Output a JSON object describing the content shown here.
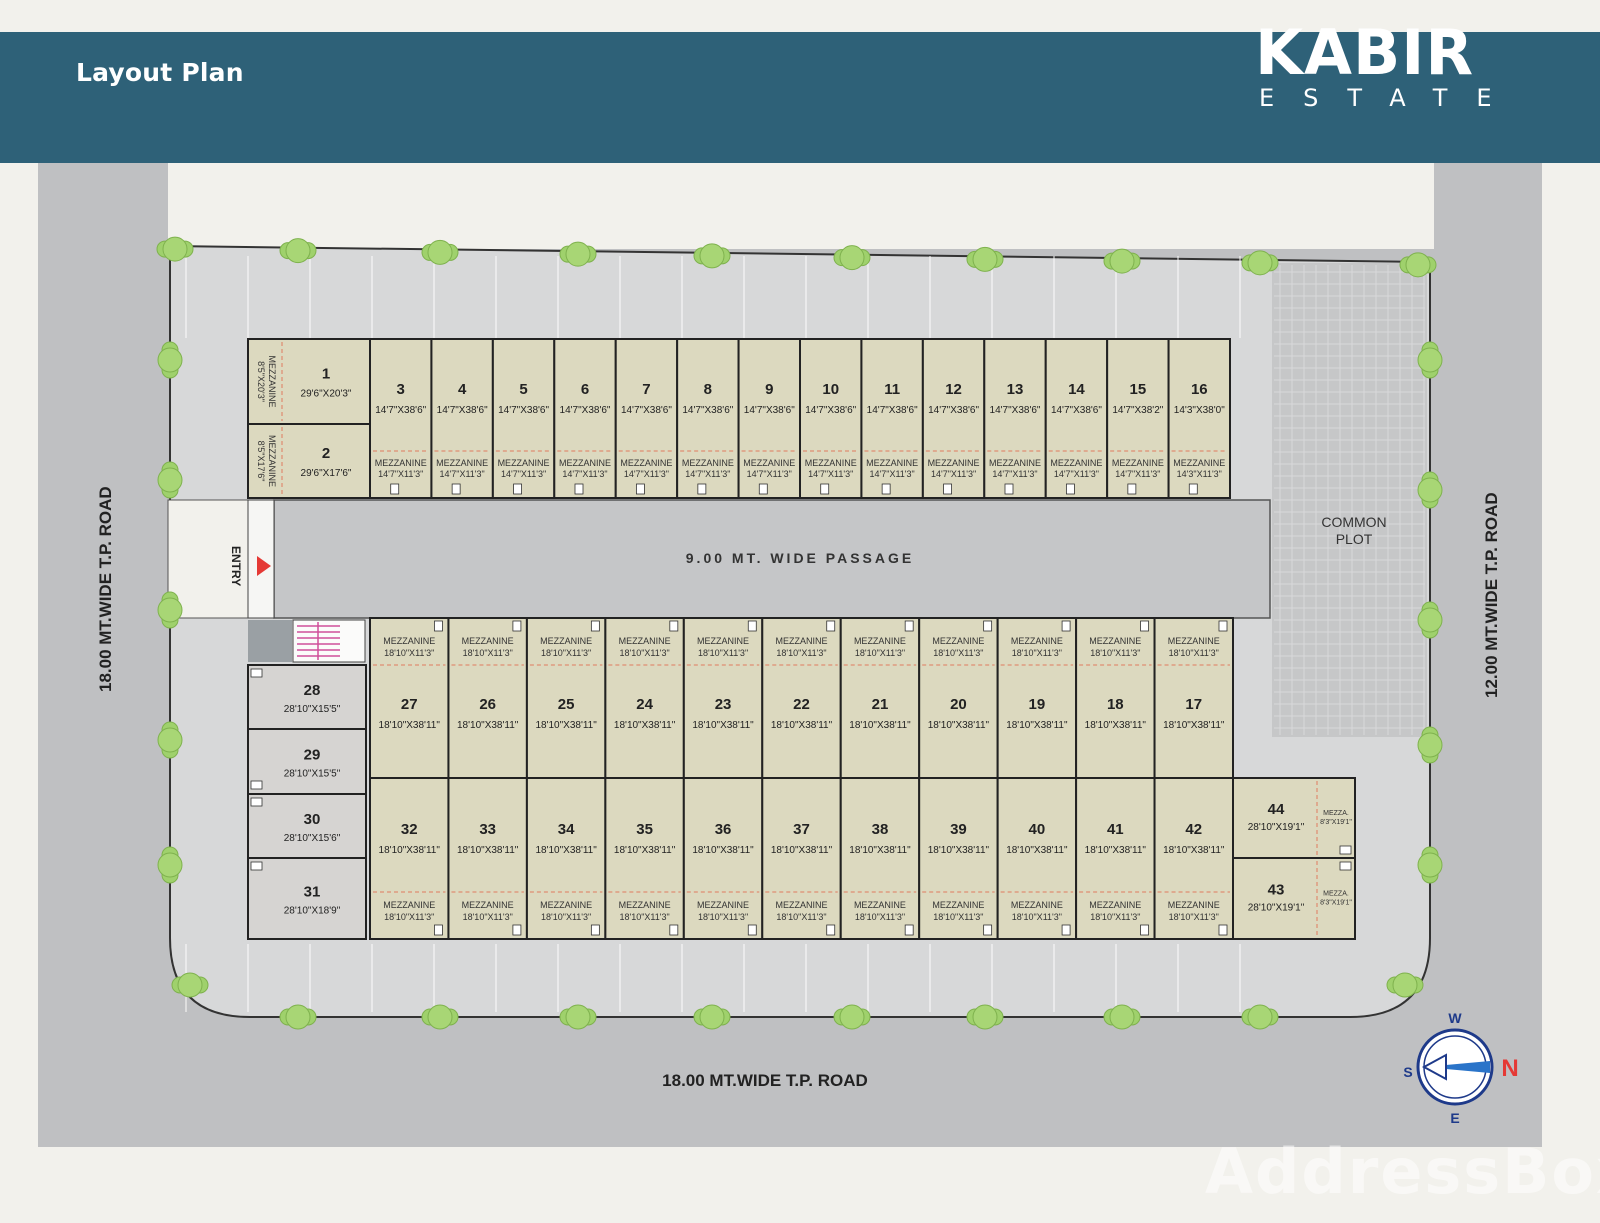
{
  "header": {
    "title": "Layout Plan",
    "brand_name": "KABIR",
    "brand_sub": "ESTATE"
  },
  "labels": {
    "passage": "9.00 MT.  WIDE  PASSAGE",
    "entry": "ENTRY",
    "common_plot_1": "COMMON",
    "common_plot_2": "PLOT",
    "road_left": "18.00 MT.WIDE T.P. ROAD",
    "road_bottom": "18.00 MT.WIDE T.P. ROAD",
    "road_right": "12.00 MT.WIDE T.P. ROAD",
    "mezzanine": "MEZZANINE",
    "mezza": "MEZZA."
  },
  "compass": {
    "north": "N",
    "south": "S",
    "east": "E",
    "west": "W"
  },
  "watermark": "AddressBox",
  "units": {
    "top_row": [
      {
        "num": "3",
        "dim": "14'7\"X38'6\"",
        "mz": "14'7\"X11'3\""
      },
      {
        "num": "4",
        "dim": "14'7\"X38'6\"",
        "mz": "14'7\"X11'3\""
      },
      {
        "num": "5",
        "dim": "14'7\"X38'6\"",
        "mz": "14'7\"X11'3\""
      },
      {
        "num": "6",
        "dim": "14'7\"X38'6\"",
        "mz": "14'7\"X11'3\""
      },
      {
        "num": "7",
        "dim": "14'7\"X38'6\"",
        "mz": "14'7\"X11'3\""
      },
      {
        "num": "8",
        "dim": "14'7\"X38'6\"",
        "mz": "14'7\"X11'3\""
      },
      {
        "num": "9",
        "dim": "14'7\"X38'6\"",
        "mz": "14'7\"X11'3\""
      },
      {
        "num": "10",
        "dim": "14'7\"X38'6\"",
        "mz": "14'7\"X11'3\""
      },
      {
        "num": "11",
        "dim": "14'7\"X38'6\"",
        "mz": "14'7\"X11'3\""
      },
      {
        "num": "12",
        "dim": "14'7\"X38'6\"",
        "mz": "14'7\"X11'3\""
      },
      {
        "num": "13",
        "dim": "14'7\"X38'6\"",
        "mz": "14'7\"X11'3\""
      },
      {
        "num": "14",
        "dim": "14'7\"X38'6\"",
        "mz": "14'7\"X11'3\""
      },
      {
        "num": "15",
        "dim": "14'7\"X38'2\"",
        "mz": "14'7\"X11'3\""
      },
      {
        "num": "16",
        "dim": "14'3\"X38'0\"",
        "mz": "14'3\"X11'3\""
      }
    ],
    "left_top": [
      {
        "num": "1",
        "dim": "29'6\"X20'3\"",
        "mz": "8'5\"X20'3\""
      },
      {
        "num": "2",
        "dim": "29'6\"X17'6\"",
        "mz": "8'5\"X17'6\""
      }
    ],
    "middle_row": [
      {
        "num": "27",
        "dim": "18'10\"X38'11\"",
        "mz": "18'10\"X11'3\""
      },
      {
        "num": "26",
        "dim": "18'10\"X38'11\"",
        "mz": "18'10\"X11'3\""
      },
      {
        "num": "25",
        "dim": "18'10\"X38'11\"",
        "mz": "18'10\"X11'3\""
      },
      {
        "num": "24",
        "dim": "18'10\"X38'11\"",
        "mz": "18'10\"X11'3\""
      },
      {
        "num": "23",
        "dim": "18'10\"X38'11\"",
        "mz": "18'10\"X11'3\""
      },
      {
        "num": "22",
        "dim": "18'10\"X38'11\"",
        "mz": "18'10\"X11'3\""
      },
      {
        "num": "21",
        "dim": "18'10\"X38'11\"",
        "mz": "18'10\"X11'3\""
      },
      {
        "num": "20",
        "dim": "18'10\"X38'11\"",
        "mz": "18'10\"X11'3\""
      },
      {
        "num": "19",
        "dim": "18'10\"X38'11\"",
        "mz": "18'10\"X11'3\""
      },
      {
        "num": "18",
        "dim": "18'10\"X38'11\"",
        "mz": "18'10\"X11'3\""
      },
      {
        "num": "17",
        "dim": "18'10\"X38'11\"",
        "mz": "18'10\"X11'3\""
      }
    ],
    "bottom_row": [
      {
        "num": "32",
        "dim": "18'10\"X38'11\"",
        "mz": "18'10\"X11'3\""
      },
      {
        "num": "33",
        "dim": "18'10\"X38'11\"",
        "mz": "18'10\"X11'3\""
      },
      {
        "num": "34",
        "dim": "18'10\"X38'11\"",
        "mz": "18'10\"X11'3\""
      },
      {
        "num": "35",
        "dim": "18'10\"X38'11\"",
        "mz": "18'10\"X11'3\""
      },
      {
        "num": "36",
        "dim": "18'10\"X38'11\"",
        "mz": "18'10\"X11'3\""
      },
      {
        "num": "37",
        "dim": "18'10\"X38'11\"",
        "mz": "18'10\"X11'3\""
      },
      {
        "num": "38",
        "dim": "18'10\"X38'11\"",
        "mz": "18'10\"X11'3\""
      },
      {
        "num": "39",
        "dim": "18'10\"X38'11\"",
        "mz": "18'10\"X11'3\""
      },
      {
        "num": "40",
        "dim": "18'10\"X38'11\"",
        "mz": "18'10\"X11'3\""
      },
      {
        "num": "41",
        "dim": "18'10\"X38'11\"",
        "mz": "18'10\"X11'3\""
      },
      {
        "num": "42",
        "dim": "18'10\"X38'11\"",
        "mz": "18'10\"X11'3\""
      }
    ],
    "left_bottom": [
      {
        "num": "28",
        "dim": "28'10\"X15'5\""
      },
      {
        "num": "29",
        "dim": "28'10\"X15'5\""
      },
      {
        "num": "30",
        "dim": "28'10\"X15'6\""
      },
      {
        "num": "31",
        "dim": "28'10\"X18'9\""
      }
    ],
    "right_bottom": [
      {
        "num": "44",
        "dim": "28'10\"X19'1\"",
        "mz": "8'3\"X19'1\""
      },
      {
        "num": "43",
        "dim": "28'10\"X19'1\"",
        "mz": "8'3\"X19'1\""
      }
    ]
  }
}
